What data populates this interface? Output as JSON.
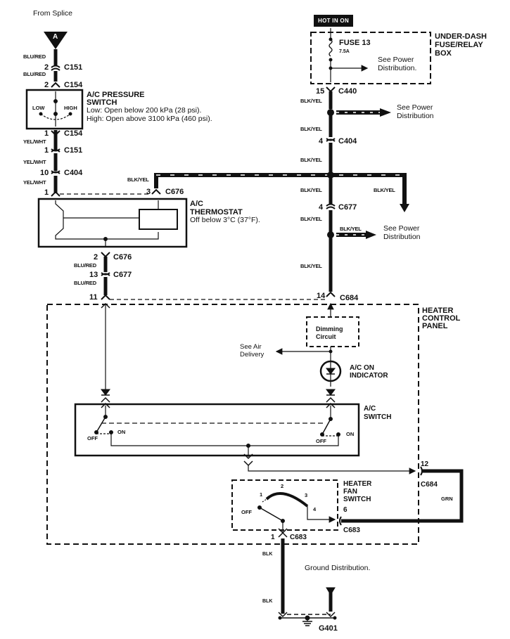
{
  "header": {
    "from_splice": "From Splice",
    "splice_letter": "A",
    "hot_in_on": "HOT IN ON"
  },
  "fuse_box": {
    "title_lines": [
      "UNDER-DASH",
      "FUSE/RELAY",
      "BOX"
    ],
    "fuse_name": "FUSE 13",
    "fuse_rating": "7.5A",
    "see_power": [
      "See Power",
      "Distribution."
    ]
  },
  "pressure_switch": {
    "title_lines": [
      "A/C PRESSURE",
      "SWITCH"
    ],
    "low_spec": "Low: Open below 200 kPa (28 psi).",
    "high_spec": "High: Open above 3100 kPa (460 psi).",
    "low_label": "LOW",
    "high_label": "HIGH"
  },
  "thermostat": {
    "title_lines": [
      "A/C",
      "THERMOSTAT"
    ],
    "spec": "Off below 3°C (37°F)."
  },
  "left_chain": [
    {
      "wire": "BLU/RED",
      "pin": "2",
      "connector": "C151"
    },
    {
      "wire": "BLU/RED",
      "pin": "2",
      "connector": "C154"
    },
    {
      "wire": "",
      "pin": "1",
      "connector": "C154"
    },
    {
      "wire": "YEL/WHT",
      "pin": "1",
      "connector": "C151"
    },
    {
      "wire": "YEL/WHT",
      "pin": "10",
      "connector": "C404"
    },
    {
      "wire": "YEL/WHT",
      "pin": "1",
      "connector": ""
    }
  ],
  "thermostat_lower": [
    {
      "pin": "2",
      "connector": "C676",
      "wire": "BLU/RED"
    },
    {
      "pin": "13",
      "connector": "C677",
      "wire": "BLU/RED"
    },
    {
      "pin": "11",
      "connector": "",
      "wire": ""
    }
  ],
  "right_chain": [
    {
      "pin": "15",
      "connector": "C440",
      "wire": "BLK/YEL"
    },
    {
      "wire": "BLK/YEL",
      "pin": "4",
      "connector": "C404"
    },
    {
      "wire": "BLK/YEL"
    },
    {
      "wire": "BLK/YEL",
      "pin": "4",
      "connector": "C677"
    },
    {
      "wire": "BLK/YEL"
    },
    {
      "wire": "BLK/YEL",
      "pin": "14",
      "connector": "C684"
    }
  ],
  "branch": {
    "thermo_wire": "BLK/YEL",
    "thermo_pin": "3",
    "thermo_connector": "C676",
    "right_branch_wire": "BLK/YEL",
    "lower_branch_wire": "BLK/YEL",
    "see_power_1": [
      "See Power",
      "Distribution"
    ],
    "see_power_2": [
      "See Power",
      "Distribution"
    ]
  },
  "heater_panel": {
    "title_lines": [
      "HEATER",
      "CONTROL",
      "PANEL"
    ],
    "dimming": [
      "Dimming",
      "Circuit"
    ],
    "see_air": [
      "See Air",
      "Delivery"
    ],
    "indicator": [
      "A/C ON",
      "INDICATOR"
    ],
    "ac_switch": [
      "A/C",
      "SWITCH"
    ],
    "off": "OFF",
    "on": "ON"
  },
  "fan_switch": {
    "title_lines": [
      "HEATER",
      "FAN",
      "SWITCH"
    ],
    "positions": [
      "OFF",
      "1",
      "2",
      "3",
      "4"
    ],
    "out_pin": "6",
    "out_connector": "C683",
    "pin12": "12",
    "c684": "C684",
    "grn": "GRN",
    "ground_pin": "1",
    "ground_connector": "C683"
  },
  "ground": {
    "wire1": "BLK",
    "wire2": "BLK",
    "note": "Ground Distribution.",
    "point": "G401"
  }
}
